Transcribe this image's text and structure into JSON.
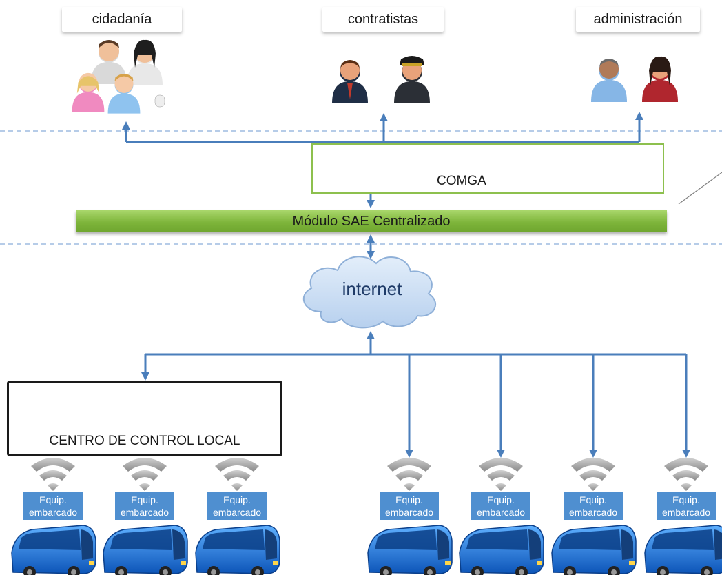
{
  "groups": {
    "cidadania": "cidadanía",
    "contratistas": "contratistas",
    "administracion": "administración"
  },
  "comga": "COMGA",
  "sae_module": "Módulo SAE Centralizado",
  "internet": "internet",
  "local_control": "CENTRO DE CONTROL LOCAL",
  "equipment": [
    {
      "line1": "Equip.",
      "line2": "embarcado"
    },
    {
      "line1": "Equip.",
      "line2": "embarcado"
    },
    {
      "line1": "Equip.",
      "line2": "embarcado"
    },
    {
      "line1": "Equip.",
      "line2": "embarcado"
    },
    {
      "line1": "Equip.",
      "line2": "embarcado"
    },
    {
      "line1": "Equip.",
      "line2": "embarcado"
    },
    {
      "line1": "Equip.",
      "line2": "embarcado"
    }
  ],
  "colors": {
    "connector": "#4a7ebb",
    "dashed_line": "#9dbbe0",
    "sae_green": "#7eb53b",
    "comga_border": "#8dc04e",
    "cloud": "#c9dcf2",
    "equip_label": "#4f8fd0",
    "bus": "#1f74d9"
  }
}
